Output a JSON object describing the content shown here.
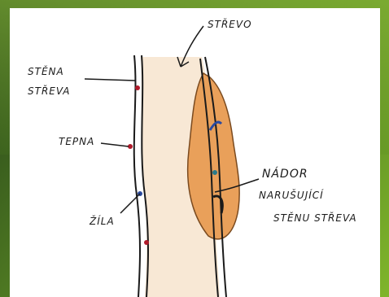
{
  "labels": {
    "strevo": "STŘEVO",
    "stena_line1": "STĚNA",
    "stena_line2": "STŘEVA",
    "tepna": "TEPNA",
    "zila": "ŽÍLA",
    "nador_line1": "NÁDOR",
    "nador_line2": "NARUŠUJÍCÍ",
    "nador_line3": "STĚNU STŘEVA"
  },
  "colors": {
    "lumen": "#f7e6d0",
    "tumor": "#e9a05a",
    "tumor_edge": "#7a4a1f",
    "artery": "#b01a2a",
    "vein": "#2a4aa0",
    "ink": "#1a1a1a"
  }
}
